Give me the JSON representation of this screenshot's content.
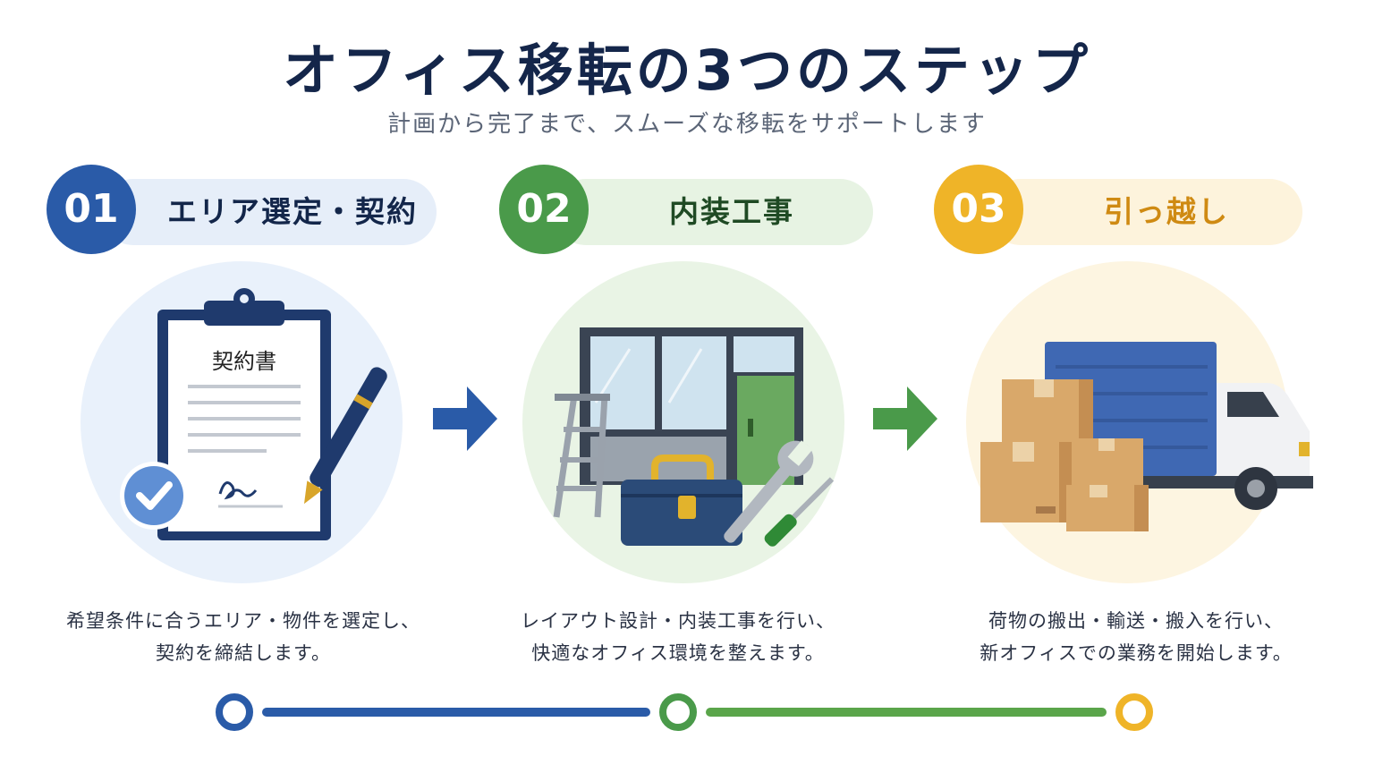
{
  "title": "オフィス移転の3つのステップ",
  "subtitle": "計画から完了まで、スムーズな移転をサポートします",
  "steps": [
    {
      "number": "01",
      "label": "エリア選定・契約",
      "doc_title": "契約書",
      "desc_line1": "希望条件に合うエリア・物件を選定し、",
      "desc_line2": "契約を締結します。",
      "color": "#2a5ba8",
      "pill_color": "#e6eef9",
      "circle_color": "#e9f1fb",
      "icon": "clipboard-contract-icon"
    },
    {
      "number": "02",
      "label": "内装工事",
      "desc_line1": "レイアウト設計・内装工事を行い、",
      "desc_line2": "快適なオフィス環境を整えます。",
      "color": "#4a9a4a",
      "pill_color": "#e7f3e3",
      "circle_color": "#e9f4e5",
      "icon": "construction-tools-icon"
    },
    {
      "number": "03",
      "label": "引っ越し",
      "desc_line1": "荷物の搬出・輸送・搬入を行い、",
      "desc_line2": "新オフィスでの業務を開始します。",
      "color": "#efb428",
      "label_color": "#cf8a12",
      "pill_color": "#fdf3dc",
      "circle_color": "#fdf5e1",
      "icon": "moving-truck-icon"
    }
  ]
}
